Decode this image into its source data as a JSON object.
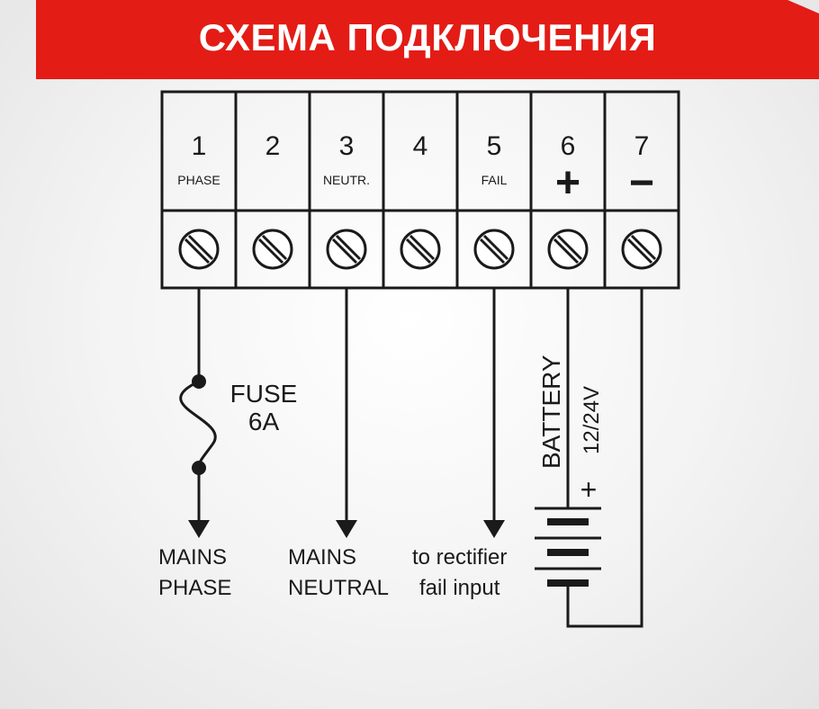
{
  "title": "СХЕМА ПОДКЛЮЧЕНИЯ",
  "terminals": [
    {
      "number": "1",
      "label": "PHASE"
    },
    {
      "number": "2",
      "label": ""
    },
    {
      "number": "3",
      "label": "NEUTR."
    },
    {
      "number": "4",
      "label": ""
    },
    {
      "number": "5",
      "label": "FAIL"
    },
    {
      "number": "6",
      "label": "+"
    },
    {
      "number": "7",
      "label": "−"
    }
  ],
  "fuse": {
    "line1": "FUSE",
    "line2": "6A"
  },
  "battery": {
    "label": "BATTERY",
    "voltage": "12/24V",
    "polarity": "+"
  },
  "outputs": {
    "phase": {
      "line1": "MAINS",
      "line2": "PHASE"
    },
    "neutral": {
      "line1": "MAINS",
      "line2": "NEUTRAL"
    },
    "fail": {
      "line1": "to rectifier",
      "line2": "fail input"
    }
  },
  "colors": {
    "banner": "#e31c16",
    "banner_text": "#ffffff",
    "line": "#1a1a1a"
  }
}
